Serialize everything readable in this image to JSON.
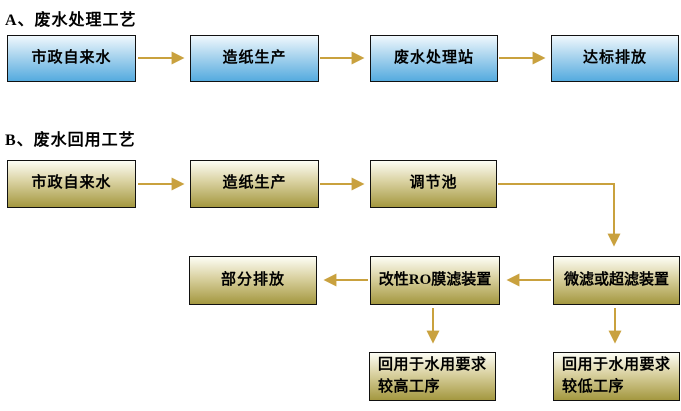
{
  "colors": {
    "arrow": "#C9A13E",
    "box_border": "#111111",
    "blue_box_top": "#F0F8FD",
    "blue_box_bottom": "#55ABDF",
    "gold_box_top": "#FDFDF5",
    "gold_box_bottom": "#A49840",
    "text": "#000000",
    "background": "#FFFFFF"
  },
  "section_a": {
    "title": "A、废水处理工艺",
    "nodes": {
      "tap_water": "市政自来水",
      "paper_production": "造纸生产",
      "treatment_station": "废水处理站",
      "compliant_discharge": "达标排放"
    },
    "edges": [
      "tap_water -> paper_production",
      "paper_production -> treatment_station",
      "treatment_station -> compliant_discharge"
    ]
  },
  "section_b": {
    "title": "B、废水回用工艺",
    "nodes": {
      "tap_water": "市政自来水",
      "paper_production": "造纸生产",
      "regulating_tank": "调节池",
      "partial_discharge": "部分排放",
      "ro_membrane_unit": "改性RO膜滤装置",
      "mf_uf_unit": "微滤或超滤装置",
      "reuse_high_demand": "回用于水用要求\n较高工序",
      "reuse_low_demand": "回用于水用要求\n较低工序"
    },
    "edges": [
      "tap_water -> paper_production",
      "paper_production -> regulating_tank",
      "regulating_tank -> mf_uf_unit",
      "mf_uf_unit -> ro_membrane_unit",
      "ro_membrane_unit -> partial_discharge",
      "ro_membrane_unit -> reuse_high_demand",
      "mf_uf_unit -> reuse_low_demand"
    ]
  }
}
